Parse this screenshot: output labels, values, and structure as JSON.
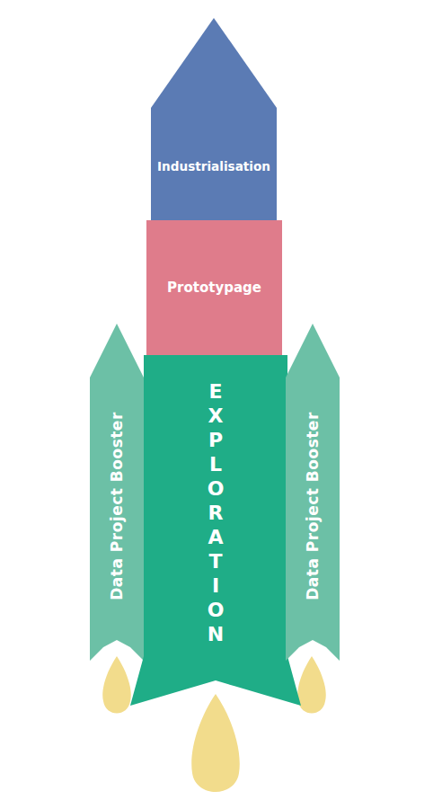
{
  "diagram": {
    "nodes": [
      {
        "text": [
          "Industrialisation"
        ]
      },
      {
        "text": [
          "Prototypage"
        ]
      },
      {
        "text": [
          "Data Project Booster"
        ]
      },
      {
        "text": [
          "EXPLORATION"
        ]
      },
      {
        "text": [
          "Data Project Booster"
        ]
      }
    ]
  }
}
